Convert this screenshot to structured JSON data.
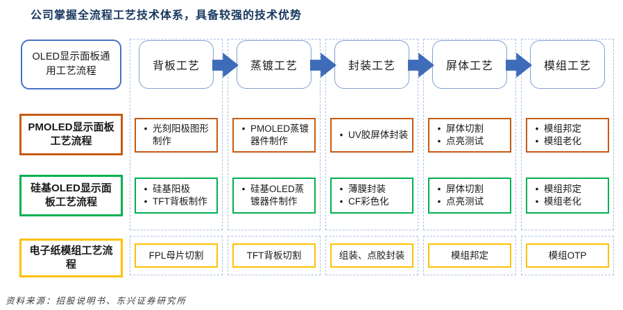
{
  "title": "公司掌握全流程工艺技术体系，具备较强的技术优势",
  "source_note": "资料来源：招股说明书、东兴证券研究所",
  "flow": {
    "label": "OLED显示面板通用工艺流程",
    "steps": [
      "背板工艺",
      "蒸镀工艺",
      "封装工艺",
      "屏体工艺",
      "模组工艺"
    ]
  },
  "rows": [
    {
      "label": "PMOLED显示面板工艺流程",
      "cells": [
        {
          "items": [
            "光刻阳极图形制作"
          ]
        },
        {
          "items": [
            "PMOLED蒸镀器件制作"
          ]
        },
        {
          "items": [
            "UV胶屏体封装"
          ]
        },
        {
          "items": [
            "屏体切割",
            "点亮测试"
          ]
        },
        {
          "items": [
            "模组邦定",
            "模组老化"
          ]
        }
      ]
    },
    {
      "label": "硅基OLED显示面板工艺流程",
      "cells": [
        {
          "items": [
            "硅基阳极",
            "TFT背板制作"
          ]
        },
        {
          "items": [
            "硅基OLED蒸镀器件制作"
          ]
        },
        {
          "items": [
            "薄膜封装",
            "CF彩色化"
          ]
        },
        {
          "items": [
            "屏体切割",
            "点亮测试"
          ]
        },
        {
          "items": [
            "模组邦定",
            "模组老化"
          ]
        }
      ]
    },
    {
      "label": "电子纸模组工艺流程",
      "cells": [
        {
          "items": [
            "FPL母片切割"
          ]
        },
        {
          "items": [
            "TFT背板切割"
          ]
        },
        {
          "items": [
            "组装、点胶封装"
          ]
        },
        {
          "items": [
            "模组邦定"
          ]
        },
        {
          "items": [
            "模组OTP"
          ]
        }
      ]
    }
  ],
  "colors": {
    "title_navy": "#17375E",
    "flow_blue": "#3E6CB8",
    "pmoled_orange": "#C55A11",
    "silicon_green": "#00B050",
    "epaper_yellow": "#FFC000"
  }
}
